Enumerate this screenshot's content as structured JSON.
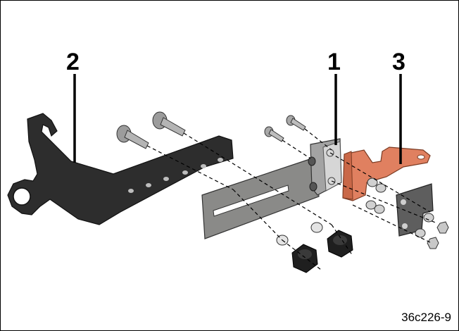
{
  "callouts": [
    {
      "label": "2",
      "part": "dark-bracket"
    },
    {
      "label": "1",
      "part": "slotted-plate"
    },
    {
      "label": "3",
      "part": "copper-bracket"
    }
  ],
  "figure_ref": "36c226-9",
  "colors": {
    "dark_bracket": "#2a2a2a",
    "plate": "#8a8a88",
    "copper_bracket": "#e08060",
    "background": "#ffffff"
  }
}
